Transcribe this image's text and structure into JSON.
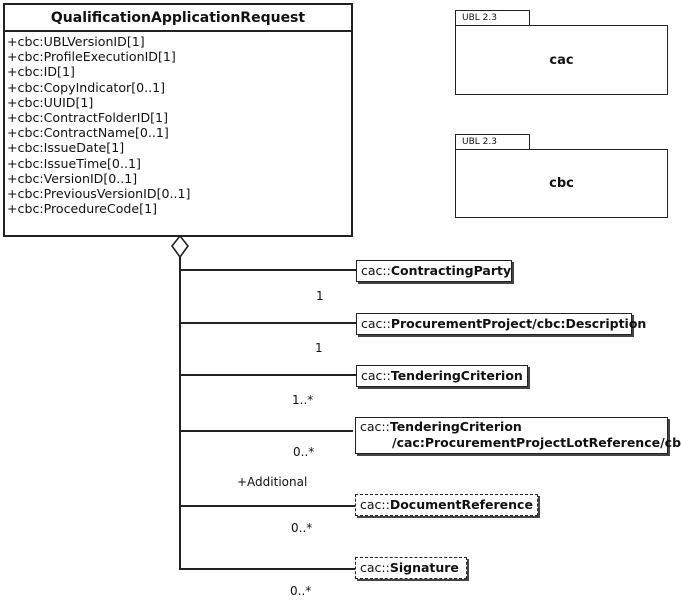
{
  "class": {
    "name": "QualificationApplicationRequest",
    "attributes": [
      "+cbc:UBLVersionID[1]",
      "+cbc:ProfileExecutionID[1]",
      "+cbc:ID[1]",
      "+cbc:CopyIndicator[0..1]",
      "+cbc:UUID[1]",
      "+cbc:ContractFolderID[1]",
      "+cbc:ContractName[0..1]",
      "+cbc:IssueDate[1]",
      "+cbc:IssueTime[0..1]",
      "+cbc:VersionID[0..1]",
      "+cbc:PreviousVersionID[0..1]",
      "+cbc:ProcedureCode[1]"
    ]
  },
  "packages": [
    {
      "tab": "UBL 2.3",
      "name": "cac"
    },
    {
      "tab": "UBL 2.3",
      "name": "cbc"
    }
  ],
  "associations": [
    {
      "prefix": "cac::",
      "name": "ContractingParty",
      "suffix": "",
      "line2": "",
      "multiplicity": "1",
      "role": "",
      "dashed": false
    },
    {
      "prefix": "cac::",
      "name": "ProcurementProject",
      "suffix": "/cbc:Description",
      "line2": "",
      "multiplicity": "1",
      "role": "",
      "dashed": false
    },
    {
      "prefix": "cac::",
      "name": "TenderingCriterion",
      "suffix": "",
      "line2": "",
      "multiplicity": "1..*",
      "role": "",
      "dashed": false
    },
    {
      "prefix": "cac::",
      "name": "TenderingCriterion",
      "suffix": "",
      "line2": "/cac:ProcurementProjectLotReference/cbc:ID",
      "multiplicity": "0..*",
      "role": "",
      "dashed": false
    },
    {
      "prefix": "cac::",
      "name": "DocumentReference",
      "suffix": "",
      "line2": "",
      "multiplicity": "0..*",
      "role": "+Additional",
      "dashed": true
    },
    {
      "prefix": "cac::",
      "name": "Signature",
      "suffix": "",
      "line2": "",
      "multiplicity": "0..*",
      "role": "",
      "dashed": true
    }
  ]
}
